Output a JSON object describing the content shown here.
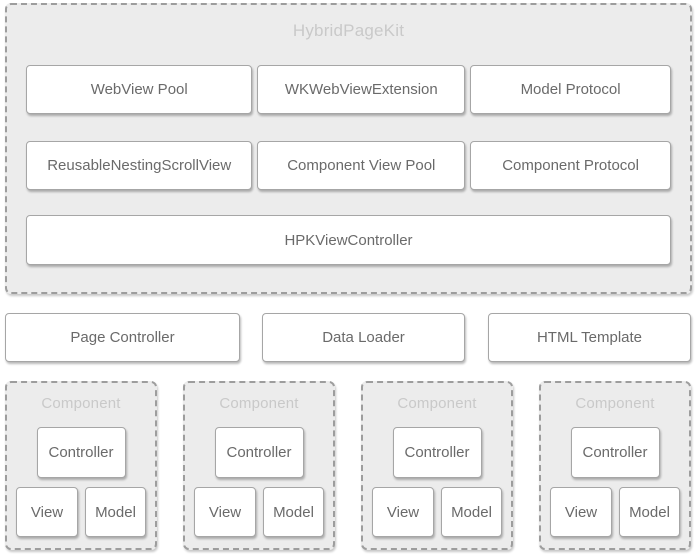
{
  "diagram_title": "HybridPageKit",
  "colors": {
    "group_background": "#ececec",
    "group_dashed_border": "#9d9d9d",
    "box_background": "#ffffff",
    "box_border": "#a6a6a6",
    "box_text": "#6a6a6a",
    "group_title_text": "#c9c9c9",
    "page_background": "#ffffff"
  },
  "kit": {
    "title": "HybridPageKit",
    "row1": [
      "WebView Pool",
      "WKWebViewExtension",
      "Model Protocol"
    ],
    "row2": [
      "ReusableNestingScrollView",
      "Component View Pool",
      "Component Protocol"
    ],
    "row3": [
      "HPKViewController"
    ]
  },
  "middle": [
    "Page Controller",
    "Data Loader",
    "HTML Template"
  ],
  "components": [
    {
      "title": "Component",
      "controller": "Controller",
      "view": "View",
      "model": "Model"
    },
    {
      "title": "Component",
      "controller": "Controller",
      "view": "View",
      "model": "Model"
    },
    {
      "title": "Component",
      "controller": "Controller",
      "view": "View",
      "model": "Model"
    },
    {
      "title": "Component",
      "controller": "Controller",
      "view": "View",
      "model": "Model"
    }
  ]
}
